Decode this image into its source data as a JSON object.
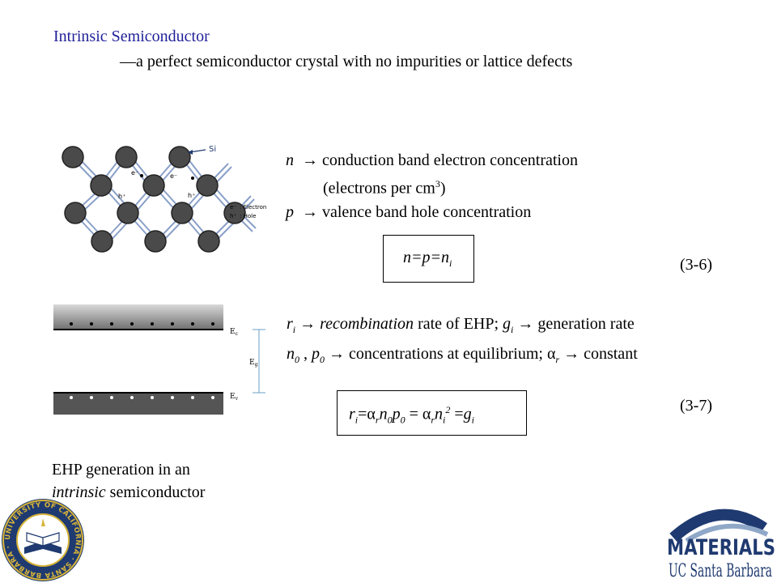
{
  "title": "Intrinsic Semiconductor",
  "subtitle": "—a perfect semiconductor crystal with no impurities or lattice defects",
  "definitions": {
    "n_symbol": "n",
    "n_text": "conduction band electron concentration",
    "n_units_pre": "(electrons per cm",
    "n_units_exp": "3",
    "n_units_post": ")",
    "p_symbol": "p",
    "p_text": "valence band hole concentration"
  },
  "equation1": {
    "lhs": "n=p=n",
    "sub": "i",
    "number": "(3-6)"
  },
  "rates": {
    "r": "r",
    "r_sub": "i",
    "recomb_word": "recombination",
    "recomb_rest": "rate of EHP;",
    "g": "g",
    "g_sub": "i",
    "gen_text": "generation rate",
    "n0": "n",
    "n0_sub": "0",
    "p0": "p",
    "p0_sub": "0",
    "conc_text": "concentrations at equilibrium;",
    "alpha_sub": "r",
    "const_text": "constant"
  },
  "equation2": {
    "r": "r",
    "r_sub": "i",
    "alpha": "α",
    "alpha_sub": "r",
    "n0": "n",
    "n0_sub": "0",
    "p0": "p",
    "p0_sub": "0",
    "ni": "n",
    "ni_sub": "i",
    "ni_sup": "2",
    "g": "g",
    "g_sub": "i",
    "number": "(3-7)"
  },
  "caption": {
    "line1": "EHP generation in an",
    "line2_italic": "intrinsic",
    "line2_rest": " semiconductor"
  },
  "lattice_labels": {
    "si": "Si",
    "electron_sym": "e⁻",
    "electron_label": ": Electron",
    "hole_sym": "h⁺",
    "hole_label": ": Hole",
    "e_small": "e⁻",
    "h_small": "h⁺"
  },
  "band_labels": {
    "ec": "E",
    "ec_sub": "c",
    "eg": "E",
    "eg_sub": "g",
    "ev": "E",
    "ev_sub": "v"
  },
  "logos": {
    "left_text": "UNIVERSITY OF CALIFORNIA · SANTA BARBARA ·",
    "right_line1": "MATERIALS",
    "right_line2": "UC Santa Barbara"
  },
  "colors": {
    "title": "#1f1f99",
    "logo_blue": "#1f3a70",
    "logo_gold": "#d7b43a",
    "atom": "#4a4a4a",
    "bond": "#8aa0c8"
  }
}
